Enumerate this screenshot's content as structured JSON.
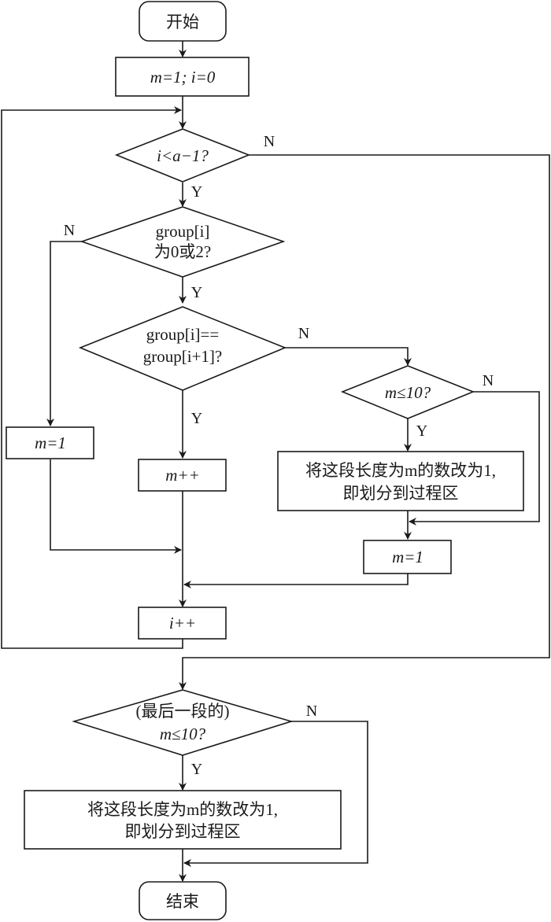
{
  "flowchart": {
    "start": "开始",
    "end": "结束",
    "init": "m=1; i=0",
    "cond_loop": "i<a−1?",
    "cond_group_line1": "group[i]",
    "cond_group_line2": "为0或2?",
    "cond_equal_line1": "group[i]==",
    "cond_equal_line2": "group[i+1]?",
    "cond_m10": "m≤10?",
    "action_reset_left": "m=1",
    "action_increment_m": "m++",
    "action_mark_line1": "将这段长度为m的数改为1,",
    "action_mark_line2": "即划分到过程区",
    "action_reset_right": "m=1",
    "action_increment_i": "i++",
    "cond_last_line1": "(最后一段的)",
    "cond_last_line2": "m≤10?",
    "action_final_line1": "将这段长度为m的数改为1,",
    "action_final_line2": "即划分到过程区",
    "yes": "Y",
    "no": "N"
  }
}
